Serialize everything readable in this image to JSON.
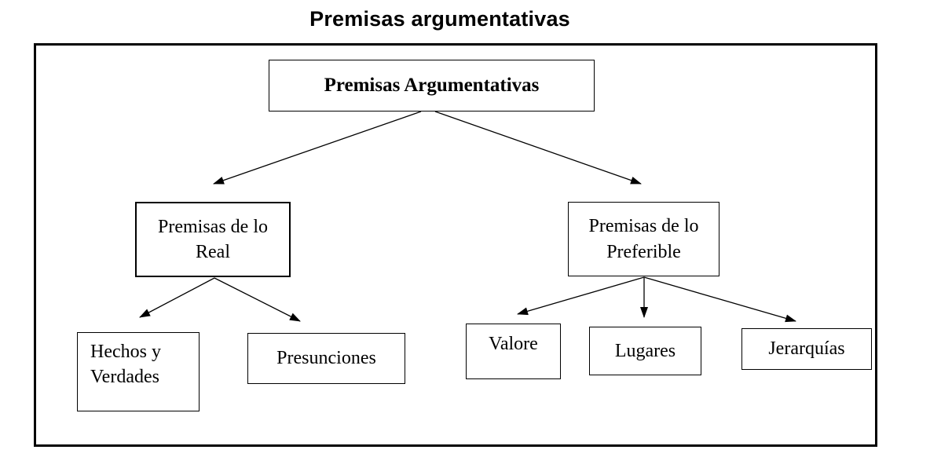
{
  "title": "Premisas argumentativas",
  "diagram": {
    "root": {
      "label": "Premisas Argumentativas"
    },
    "level1": [
      {
        "id": "real",
        "label": "Premisas de lo Real"
      },
      {
        "id": "preferible",
        "label": "Premisas de lo Preferible"
      }
    ],
    "level2": [
      {
        "id": "hechos",
        "parent": "real",
        "label": "Hechos y Verdades"
      },
      {
        "id": "presunciones",
        "parent": "real",
        "label": "Presunciones"
      },
      {
        "id": "valore",
        "parent": "preferible",
        "label": "Valore"
      },
      {
        "id": "lugares",
        "parent": "preferible",
        "label": "Lugares"
      },
      {
        "id": "jerarquias",
        "parent": "preferible",
        "label": "Jerarquías"
      }
    ],
    "edges": [
      {
        "from": "root",
        "to": "real"
      },
      {
        "from": "root",
        "to": "preferible"
      },
      {
        "from": "real",
        "to": "hechos"
      },
      {
        "from": "real",
        "to": "presunciones"
      },
      {
        "from": "preferible",
        "to": "valore"
      },
      {
        "from": "preferible",
        "to": "lugares"
      },
      {
        "from": "preferible",
        "to": "jerarquias"
      }
    ]
  },
  "colors": {
    "text": "#000000",
    "border": "#000000",
    "background": "#ffffff"
  }
}
